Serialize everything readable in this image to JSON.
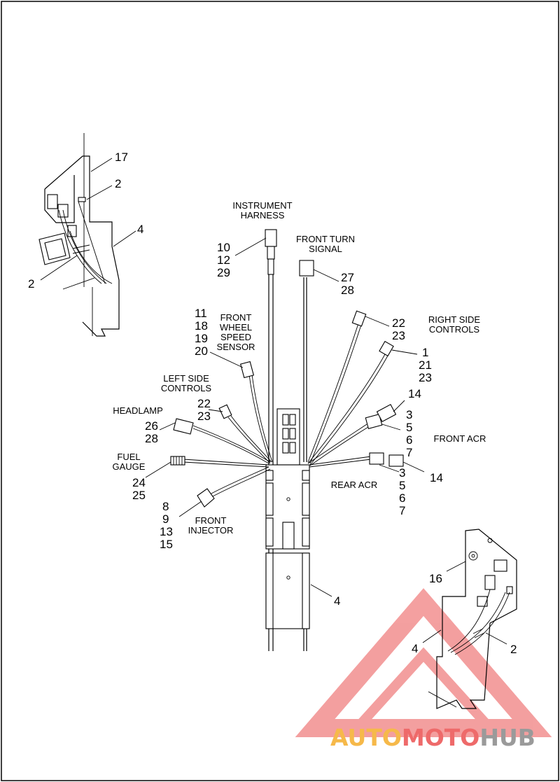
{
  "labels": {
    "instrument_harness": [
      "INSTRUMENT",
      "HARNESS"
    ],
    "front_turn_signal": [
      "FRONT TURN",
      "SIGNAL"
    ],
    "front_wheel_speed_sensor": [
      "FRONT",
      "WHEEL",
      "SPEED",
      "SENSOR"
    ],
    "right_side_controls": [
      "RIGHT SIDE",
      "CONTROLS"
    ],
    "left_side_controls": [
      "LEFT SIDE",
      "CONTROLS"
    ],
    "headlamp": "HEADLAMP",
    "fuel_gauge": [
      "FUEL",
      "GAUGE"
    ],
    "front_acr": "FRONT ACR",
    "rear_acr": "REAR ACR",
    "front_injector": [
      "FRONT",
      "INJECTOR"
    ]
  },
  "callouts": {
    "inset_left_17": "17",
    "inset_left_2_top": "2",
    "inset_left_4": "4",
    "inset_left_2_bottom": "2",
    "instrument": [
      "10",
      "12",
      "29"
    ],
    "turn_signal": [
      "27",
      "28"
    ],
    "wheel_speed": [
      "11",
      "18",
      "19",
      "20"
    ],
    "right_controls_a": [
      "22",
      "23"
    ],
    "right_controls_b": [
      "1",
      "21",
      "23"
    ],
    "front_acr_top": "14",
    "front_acr": [
      "3",
      "5",
      "6",
      "7"
    ],
    "rear_acr": [
      "3",
      "5",
      "6",
      "7"
    ],
    "rear_acr_14": "14",
    "left_controls": [
      "22",
      "23"
    ],
    "headlamp": [
      "26",
      "28"
    ],
    "fuel_gauge": [
      "24",
      "25"
    ],
    "injector": [
      "8",
      "9",
      "13",
      "15"
    ],
    "center_4": "4",
    "inset_right_16": "16",
    "inset_right_2": "2",
    "inset_right_4": "4"
  },
  "watermark": {
    "part1": "AUTO",
    "part2": "MOTO",
    "part3": "HUB",
    "color1": "#f6b94a",
    "color2": "#ee6a6a",
    "color3": "#9a9a9a",
    "triangle_color": "#f08080"
  }
}
